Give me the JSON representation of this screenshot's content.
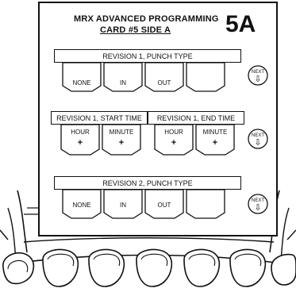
{
  "card": {
    "title": "MRX ADVANCED PROGRAMMING",
    "subtitle": "CARD #5 SIDE A",
    "big_label": "5A"
  },
  "section1": {
    "header": "REVISION 1, PUNCH TYPE",
    "keys": [
      "NONE",
      "IN",
      "OUT",
      ""
    ],
    "next_label": "NEXT"
  },
  "section2": {
    "header_left": "REVISION 1, START TIME",
    "header_right": "REVISION 1, END TIME",
    "keys": [
      "HOUR",
      "MINUTE",
      "HOUR",
      "MINUTE"
    ],
    "key_suffix": "+",
    "next_label": "NEXT"
  },
  "section3": {
    "header": "REVISION 2, PUNCH TYPE",
    "keys": [
      "NONE",
      "IN",
      "OUT",
      ""
    ],
    "next_label": "NEXT"
  }
}
